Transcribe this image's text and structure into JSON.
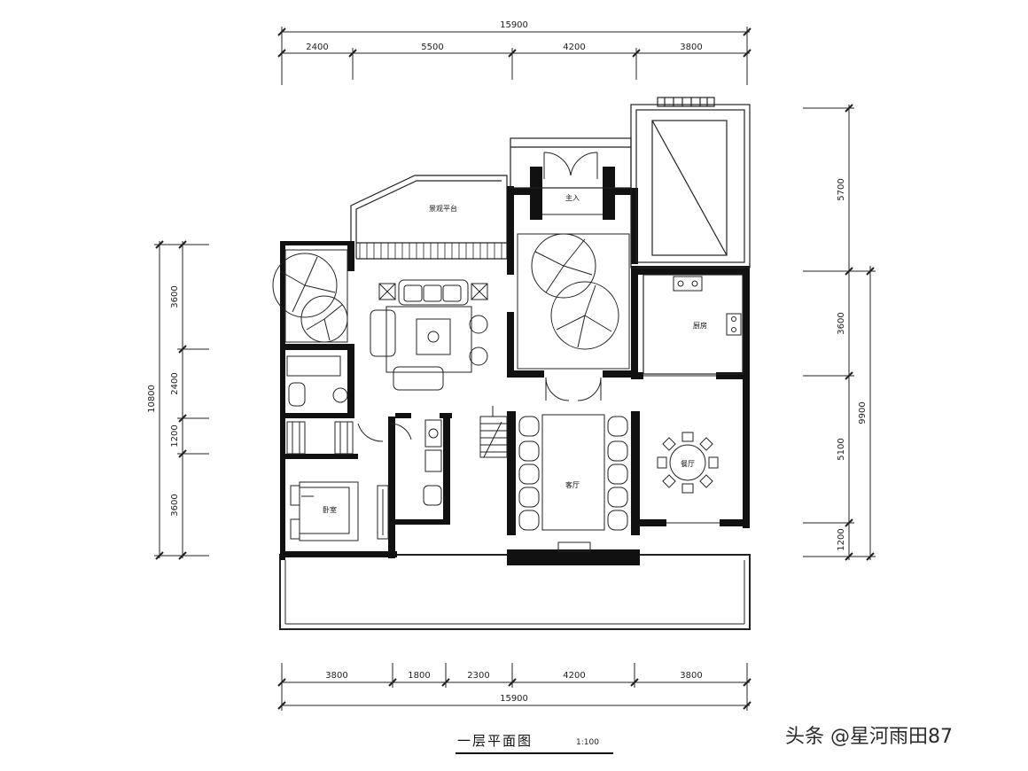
{
  "drawing": {
    "title": "一层平面图",
    "scale": "1:100",
    "watermark": "头条 @星河雨田87"
  },
  "dimensions": {
    "top_total": "15900",
    "top_segments": [
      "2400",
      "5500",
      "4200",
      "3800"
    ],
    "bottom_total": "15900",
    "bottom_segments": [
      "3800",
      "1800",
      "2300",
      "4200",
      "3800"
    ],
    "left_total": "10800",
    "left_segments": [
      "3600",
      "2400",
      "1200",
      "3600"
    ],
    "right_total": "9900",
    "right_segments": [
      "5700",
      "3600",
      "5100",
      "1200"
    ]
  },
  "rooms": {
    "terrace": "景观平台",
    "entrance": "主入",
    "kitchen": "厨房",
    "bedroom": "卧室",
    "dining": "餐厅",
    "hall": "客厅"
  },
  "colors": {
    "wall": "#111111",
    "line": "#222222",
    "background": "#ffffff"
  }
}
